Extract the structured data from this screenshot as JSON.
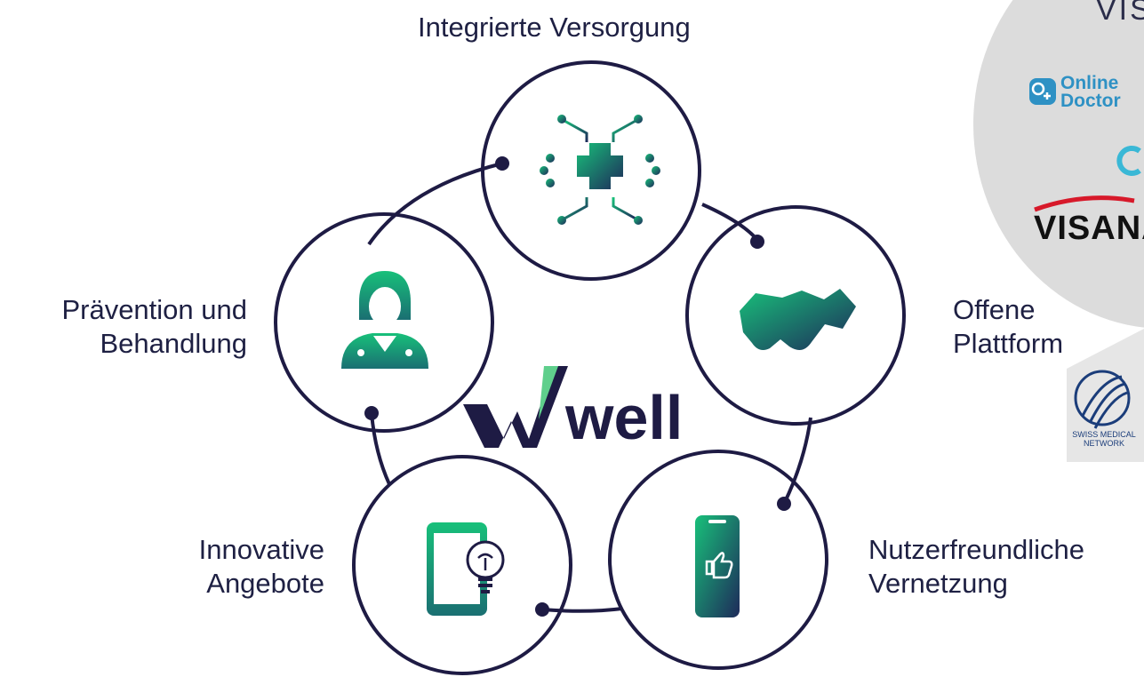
{
  "diagram": {
    "title_top": "Integrierte Versorgung",
    "left_line1": "Prävention und",
    "left_line2": "Behandlung",
    "right_line1": "Offene",
    "right_line2": "Plattform",
    "bottom_left_line1": "Innovative",
    "bottom_left_line2": "Angebote",
    "bottom_right_line1": "Nutzerfreundliche",
    "bottom_right_line2": "Vernetzung",
    "center_logo_text": "well"
  },
  "partners": {
    "top_fragment": "VIS",
    "online_doctor": [
      "Online",
      "Doctor"
    ],
    "visana": "VISANA",
    "swiss_medical": [
      "SWISS MEDICAL",
      "NETWORK"
    ]
  },
  "colors": {
    "navy": "#1e1b44",
    "green": "#17b27a",
    "teal": "#1f8c7a",
    "logo_green": "#5fcf8c"
  },
  "icons": [
    "circuit-cross-icon",
    "handshake-icon",
    "phone-thumbs-up-icon",
    "tablet-lightbulb-icon",
    "doctor-icon"
  ]
}
